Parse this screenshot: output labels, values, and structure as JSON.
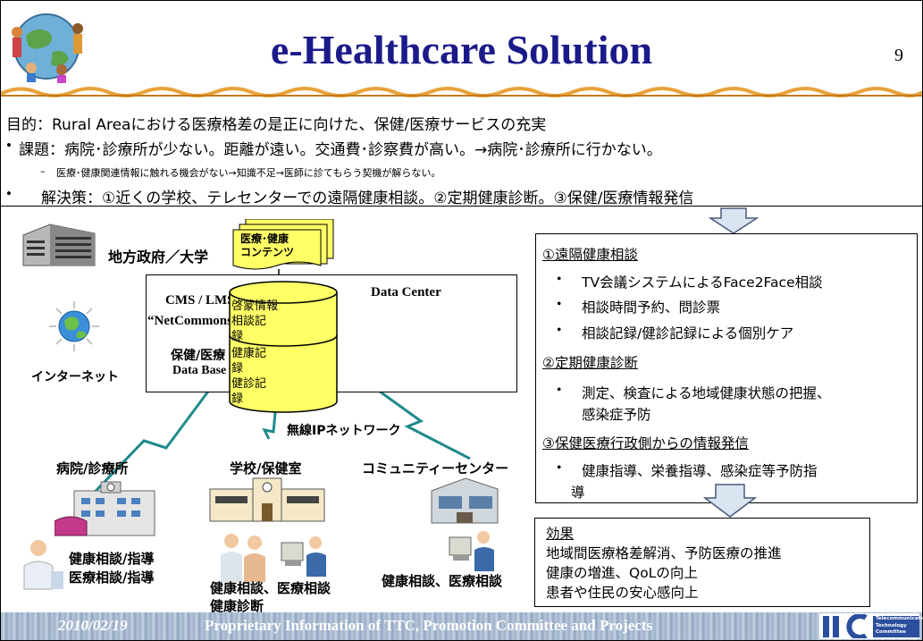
{
  "header": {
    "title": "e-Healthcare Solution",
    "page_number": "9"
  },
  "intro": {
    "purpose": "目的：Rural Areaにおける医療格差の是正に向けた、保健/医療サービスの充実",
    "issue": "課題：病院･診療所が少ない。距離が遠い。交通費･診察費が高い。→病院･診療所に行かない。",
    "sub_issue": "医療･健康関連情報に触れる機会がない→知識不足→医師に診てもらう契機が解らない。",
    "solution": "解決策：①近くの学校、テレセンターでの遠隔健康相談。②定期健康診断。③保健/医療情報発信",
    "bullet": "•",
    "dash": "–"
  },
  "diagram": {
    "gov_univ": "地方政府／大学",
    "content_l1": "医療･健康",
    "content_l2": "コンテンツ",
    "cms": "CMS / LMS",
    "netcommons": "“NetCommons”",
    "data_center": "Data Center",
    "db_l1": "保健/医療",
    "db_l2": "Data Base",
    "cyl_top_text": [
      "啓蒙情報",
      "相談記",
      "録"
    ],
    "cyl_bottom_text": [
      "健康記",
      "録",
      "健診記",
      "録"
    ],
    "internet": "インターネット",
    "wireless": "無線IPネットワーク",
    "hospital": "病院/診療所",
    "school": "学校/保健室",
    "community": "コミュニティーセンター",
    "hospital_desc1": "健康相談/指導",
    "hospital_desc2": "医療相談/指導",
    "school_desc1": "健康相談、医療相談",
    "school_desc2": "健康診断",
    "community_desc": "健康相談、医療相談"
  },
  "services": {
    "h1": "①遠隔健康相談",
    "i1": "TV会議システムによるFace2Face相談",
    "i2": "相談時間予約、問診票",
    "i3": "相談記録/健診記録による個別ケア",
    "h2": "②定期健康診断",
    "i4a": "測定、検査による地域健康状態の把握、",
    "i4b": "感染症予防",
    "h3": "③保健医療行政側からの情報発信",
    "i5a": "健康指導、栄養指導、感染症等予防指",
    "i5b": "導"
  },
  "effects": {
    "h": "効果",
    "l1": "地域間医療格差解消、予防医療の推進",
    "l2": "健康の増進、QoLの向上",
    "l3": "患者や住民の安心感向上"
  },
  "footer": {
    "date": "2010/02/19",
    "text": "Proprietary Information of TTC, Promotion Committee and Projects",
    "logo_letters": "TTC",
    "logo_l1": "Telecommunication",
    "logo_l2": "Technology",
    "logo_l3": "Committee"
  },
  "colors": {
    "title": "#1a1a8a",
    "cylinder": "#ffff66",
    "banner": "#e8a23a",
    "arrow_fill": "#dbe5f1",
    "footer": "#9fb1c8"
  }
}
